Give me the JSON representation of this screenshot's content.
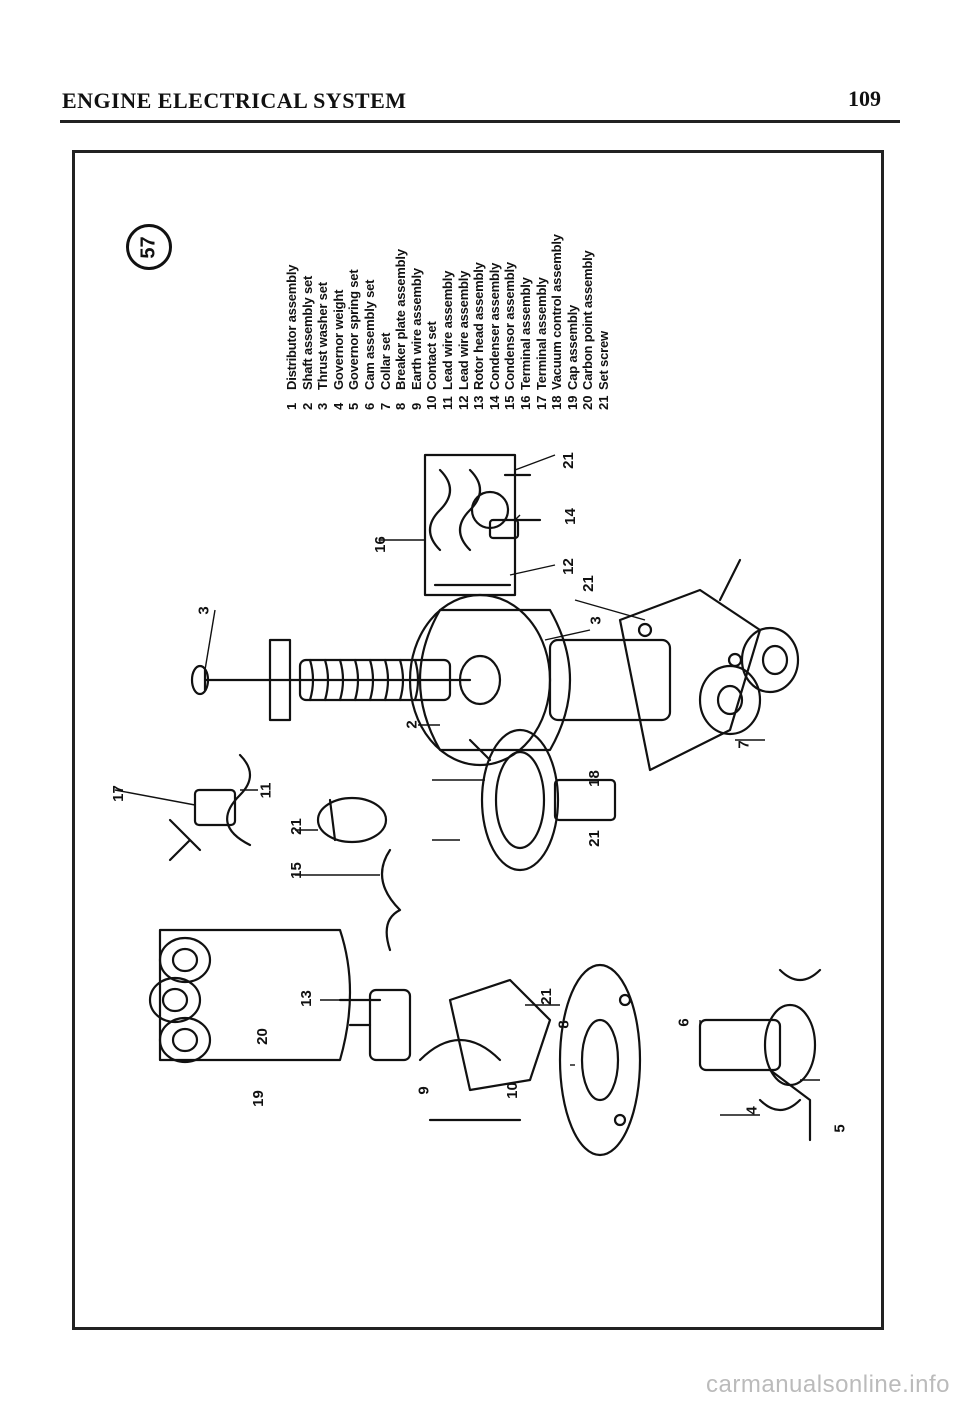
{
  "header": {
    "title": "ENGINE ELECTRICAL SYSTEM",
    "page_number": "109"
  },
  "figure": {
    "number": "57",
    "legend": [
      {
        "num": "1",
        "label": "Distributor assembly"
      },
      {
        "num": "2",
        "label": "Shaft assembly set"
      },
      {
        "num": "3",
        "label": "Thrust washer set"
      },
      {
        "num": "4",
        "label": "Governor weight"
      },
      {
        "num": "5",
        "label": "Governor spring set"
      },
      {
        "num": "6",
        "label": "Cam assembly set"
      },
      {
        "num": "7",
        "label": "Collar set"
      },
      {
        "num": "8",
        "label": "Breaker plate assembly"
      },
      {
        "num": "9",
        "label": "Earth wire assembly"
      },
      {
        "num": "10",
        "label": "Contact set"
      },
      {
        "num": "11",
        "label": "Lead wire assembly"
      },
      {
        "num": "12",
        "label": "Lead wire assembly"
      },
      {
        "num": "13",
        "label": "Rotor head assembly"
      },
      {
        "num": "14",
        "label": "Condenser assembly"
      },
      {
        "num": "15",
        "label": "Condensor assembly"
      },
      {
        "num": "16",
        "label": "Terminal assembly"
      },
      {
        "num": "17",
        "label": "Terminal assembly"
      },
      {
        "num": "18",
        "label": "Vacuum control assembly"
      },
      {
        "num": "19",
        "label": "Cap assembly"
      },
      {
        "num": "20",
        "label": "Carbon point assembly"
      },
      {
        "num": "21",
        "label": "Set screw"
      }
    ],
    "callouts": {
      "c3a": "3",
      "c16": "16",
      "c21a": "21",
      "c14": "14",
      "c12": "12",
      "c3b": "3",
      "c21b": "21",
      "c17": "17",
      "c11": "11",
      "c2": "2",
      "c18": "18",
      "c21c": "21",
      "c15": "15",
      "c21d": "21",
      "c7": "7",
      "c13": "13",
      "c21e": "21",
      "c8": "8",
      "c6": "6",
      "c20": "20",
      "c19": "19",
      "c9": "9",
      "c10": "10",
      "c5": "5",
      "c4": "4"
    }
  },
  "watermark": "carmanualsonline.info"
}
